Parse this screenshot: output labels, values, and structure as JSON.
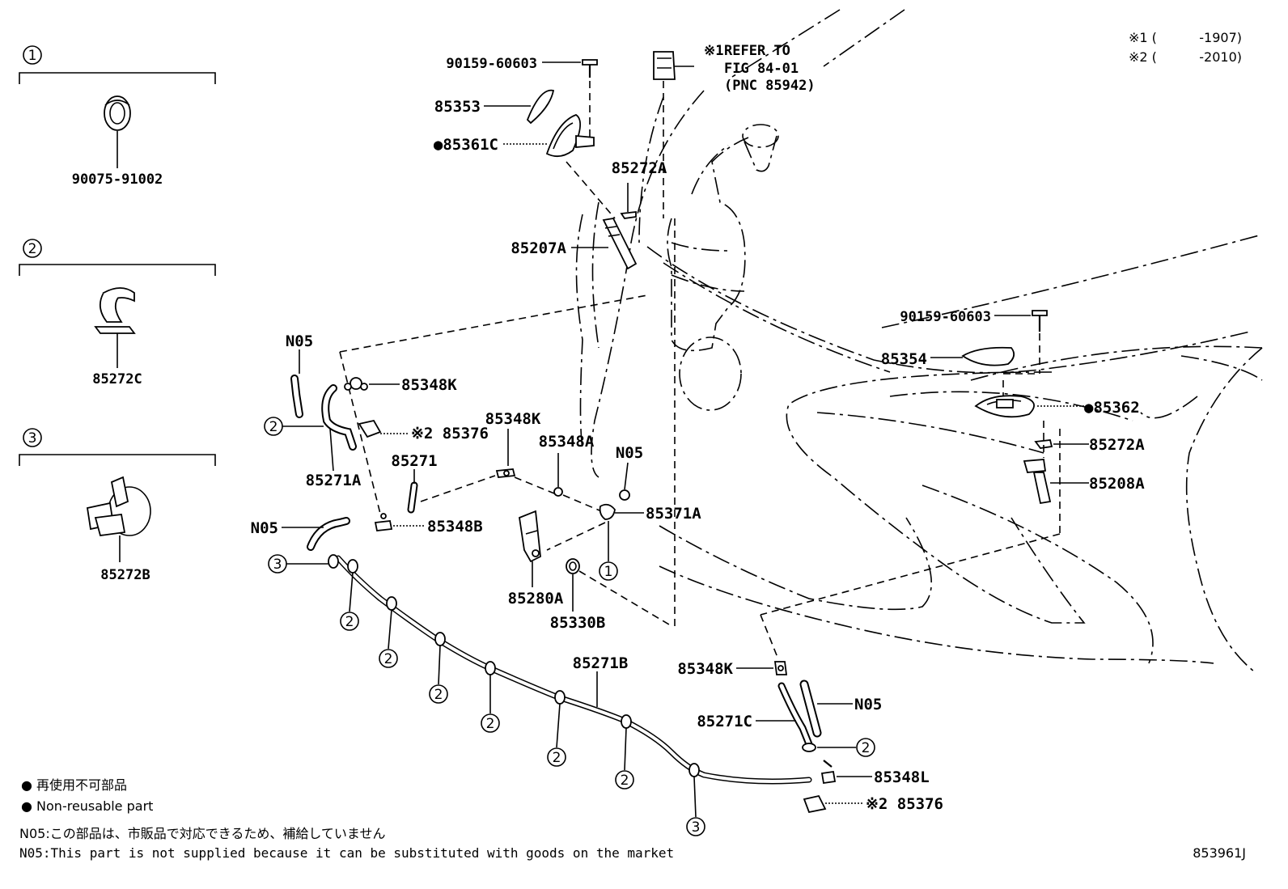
{
  "callouts": {
    "c1_top": "90159-60603",
    "c85353": "85353",
    "c85361c": "●85361C",
    "c85272a_top": "85272A",
    "c85207a": "85207A",
    "refer_note": "※1",
    "refer_l1": "REFER TO",
    "refer_l2": "FIG 84-01",
    "refer_l3": "(PNC 85942)",
    "c90159_right": "90159-60603",
    "c85354": "85354",
    "c85362": "●85362",
    "c85272a_right": "85272A",
    "c85208a": "85208A",
    "c_n05_a": "N05",
    "c85348k_a": "85348K",
    "c_x2_85376_a": "※2 85376",
    "c85271a": "85271A",
    "c85348k_b": "85348K",
    "c85271": "85271",
    "c85348a": "85348A",
    "c_n05_b": "N05",
    "c85371a": "85371A",
    "c_n05_c": "N05",
    "c85348b": "85348B",
    "c85280a": "85280A",
    "c85330b": "85330B",
    "c85271b": "85271B",
    "c85348k_c": "85348K",
    "c_n05_d": "N05",
    "c85271c": "85271C",
    "c85348l": "85348L",
    "c_x2_85376_b": "※2 85376"
  },
  "circled": {
    "one": "1",
    "two": "2",
    "three": "3"
  },
  "legend_groups": {
    "g1_part": "90075-91002",
    "g2_part": "85272C",
    "g3_part": "85272B"
  },
  "applicability": {
    "r1_mark": "※1 (",
    "r1_val": "-1907)",
    "r2_mark": "※2 (",
    "r2_val": "-2010)"
  },
  "footnotes": {
    "nr_jp": "● 再使用不可部品",
    "nr_en": "● Non-reusable part",
    "n05_jp": "N05:この部品は、市販品で対応できるため、補給していません",
    "n05_en": "N05:This part is not supplied because it can be substituted with goods on the market"
  },
  "figure_id": "853961J"
}
